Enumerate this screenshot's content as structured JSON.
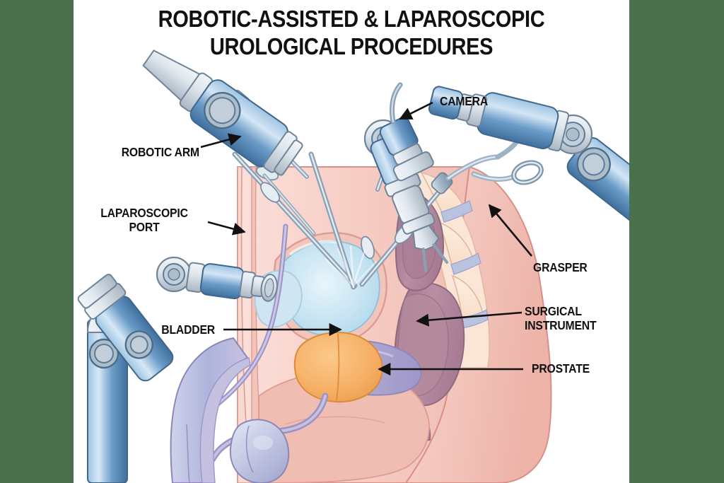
{
  "figure": {
    "title": "ROBOTIC-ASSISTED & LAPAROSCOPIC\nUROLOGICAL PROCEDURES",
    "title_line1": "ROBOTIC-ASSISTED & LAPAROSCOPIC",
    "title_line2": "UROLOGICAL PROCEDURES",
    "subject": "male-pelvis-sagittal-section",
    "background_color": "#ffffff",
    "frame_color": "#4a704e",
    "text_color": "#111111"
  },
  "labels": [
    {
      "id": "robotic-arm",
      "text": "ROBOTIC ARM"
    },
    {
      "id": "laparoscopic-port",
      "text": "LAPAROSCOPIC\nPORT"
    },
    {
      "id": "bladder",
      "text": "BLADDER"
    },
    {
      "id": "camera",
      "text": "CAMERA"
    },
    {
      "id": "grasper",
      "text": "GRASPER"
    },
    {
      "id": "surgical-instrument",
      "text": "SURGICAL\nINSTRUMENT"
    },
    {
      "id": "prostate",
      "text": "PROSTATE"
    }
  ],
  "palette": {
    "instrument_blue_dark": "#4c7fb5",
    "instrument_blue_mid": "#7aa8d0",
    "instrument_blue_light": "#bcd6ea",
    "instrument_steel": "#c9d2da",
    "instrument_steel_light": "#e8edf1",
    "outline": "#5b6b7c",
    "tissue_pink": "#f6cfc6",
    "tissue_pink_deep": "#eeb4ab",
    "tissue_rose": "#e59f9a",
    "bone_cream": "#fbe3d2",
    "bladder_blue": "#cfe6f2",
    "bladder_blue_deep": "#b2d8ec",
    "prostate_orange": "#f7b267",
    "prostate_orange_deep": "#f0a04b",
    "rectum_mauve": "#b88a9e",
    "rectum_mauve_deep": "#a4778c",
    "vessel_lavender": "#b3aed4",
    "vessel_lavender_deep": "#9a93c4",
    "cartilage_blue": "#b9c3e0"
  }
}
